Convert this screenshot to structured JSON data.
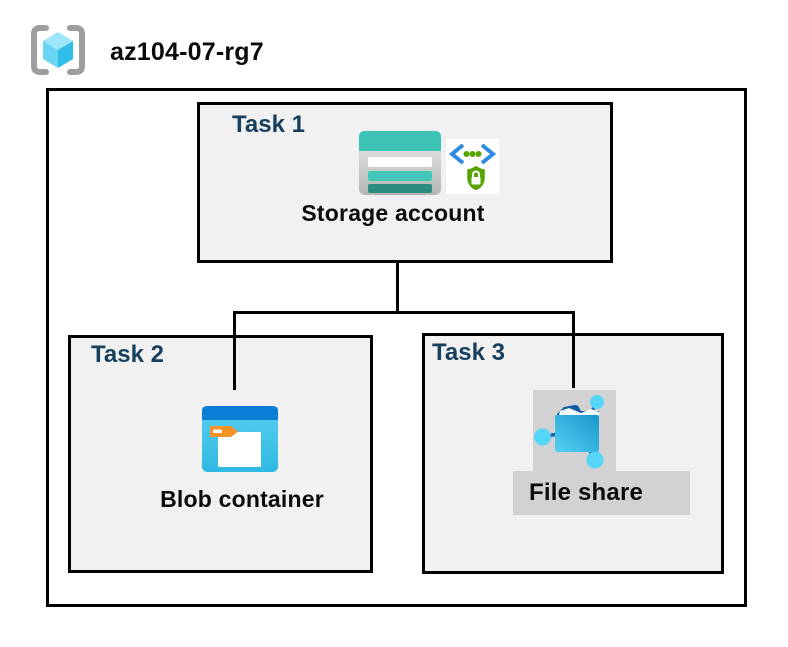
{
  "header": {
    "title": "az104-07-rg7",
    "icon": "resource-group-icon"
  },
  "tasks": [
    {
      "label": "Task 1",
      "item": "Storage account",
      "icons": [
        "storage-account-icon",
        "secured-access-icon"
      ]
    },
    {
      "label": "Task 2",
      "item": "Blob container",
      "icons": [
        "blob-container-icon"
      ]
    },
    {
      "label": "Task 3",
      "item": "File share",
      "icons": [
        "file-share-icon"
      ]
    }
  ],
  "connections": [
    {
      "from": "Storage account",
      "to": "Blob container"
    },
    {
      "from": "Storage account",
      "to": "File share"
    }
  ],
  "colors": {
    "task_label": "#17405E",
    "box_fill": "#F1F1F1",
    "outline": "#000000",
    "storage_teal": "#3CC3B3",
    "storage_teal_dark": "#2A8C80",
    "blob_blue_bar": "#0B7ED8",
    "blob_cyan": "#2FB9E2",
    "tag_orange": "#F79428",
    "security_green": "#57A300",
    "bracket_gray": "#9E9E9E",
    "cube_cyan_light": "#9FE6FA",
    "gray_panel": "#D2D2D2",
    "node_cyan": "#55D5F8",
    "link_blue": "#1A66AD"
  }
}
